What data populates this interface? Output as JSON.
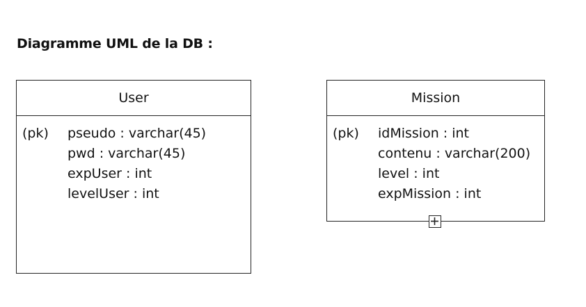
{
  "page": {
    "title": "Diagramme UML de la DB :"
  },
  "classes": {
    "user": {
      "name": "User",
      "attributes": [
        {
          "key": "(pk)",
          "text": "pseudo : varchar(45)"
        },
        {
          "key": "",
          "text": "pwd : varchar(45)"
        },
        {
          "key": "",
          "text": "expUser : int"
        },
        {
          "key": "",
          "text": "levelUser : int"
        }
      ]
    },
    "mission": {
      "name": "Mission",
      "attributes": [
        {
          "key": "(pk)",
          "text": "idMission : int"
        },
        {
          "key": "",
          "text": "contenu : varchar(200)"
        },
        {
          "key": "",
          "text": "level : int"
        },
        {
          "key": "",
          "text": "expMission : int"
        }
      ]
    }
  },
  "icons": {
    "expand": "plus-square-icon"
  }
}
